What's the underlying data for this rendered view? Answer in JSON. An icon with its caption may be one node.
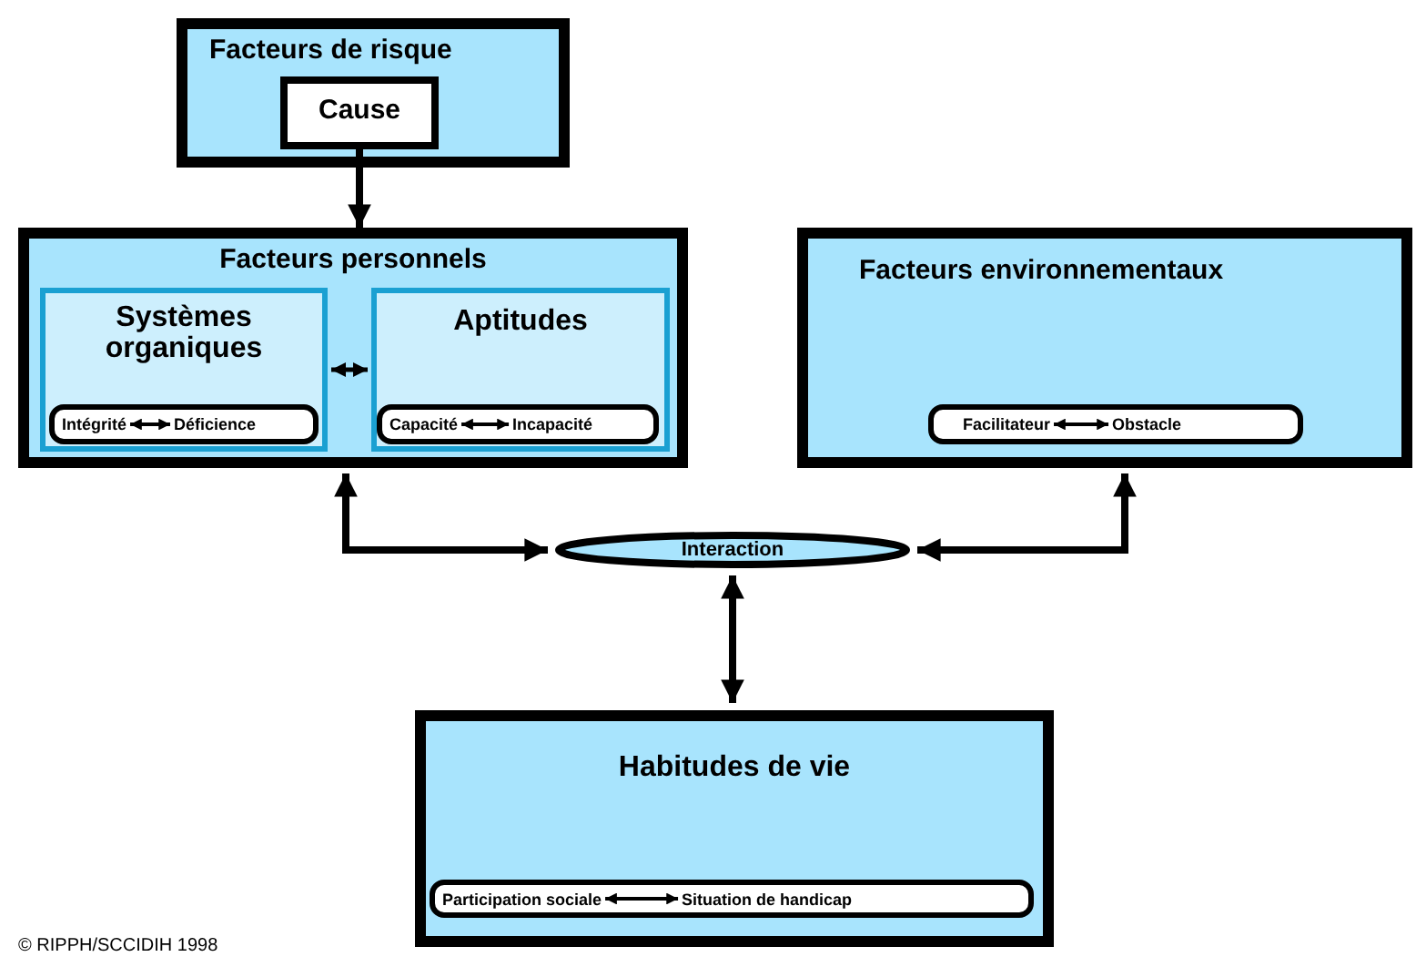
{
  "diagram": {
    "nodes": [
      {
        "text": [
          "Facteurs de risque"
        ]
      },
      {
        "text": [
          "Cause"
        ],
        "in": 0
      },
      {
        "text": [
          "Facteurs personnels"
        ]
      },
      {
        "text": [
          "Systèmes organiques"
        ],
        "in": 2
      },
      {
        "text": [],
        "shape": "box",
        "in": 3
      },
      {
        "text": [
          "Intégrité"
        ],
        "in": 4
      },
      {
        "text": [
          "Déficience"
        ],
        "in": 4
      },
      {
        "text": [
          "Aptitudes"
        ],
        "in": 2
      },
      {
        "text": [],
        "shape": "box",
        "in": 7
      },
      {
        "text": [
          "Capacité"
        ],
        "in": 8
      },
      {
        "text": [
          "Incapacité"
        ],
        "in": 8
      },
      {
        "text": [
          "Facteurs environnementaux"
        ]
      },
      {
        "text": [],
        "shape": "box",
        "in": 11
      },
      {
        "text": [
          "Facilitateur"
        ],
        "in": 12
      },
      {
        "text": [
          "Obstacle"
        ],
        "in": 12
      },
      {
        "text": [
          "Interaction"
        ]
      },
      {
        "text": [
          "Habitudes de vie"
        ]
      },
      {
        "text": [],
        "shape": "box",
        "in": 16
      },
      {
        "text": [
          "Participation sociale"
        ],
        "in": 17
      },
      {
        "text": [
          "Situation de handicap"
        ],
        "in": 17
      }
    ],
    "edges": [
      {
        "from": 1,
        "to": 2,
        "arrow": "to"
      },
      {
        "from": 3,
        "to": 7,
        "arrow": "both"
      },
      {
        "from": 5,
        "to": 6,
        "arrow": "both"
      },
      {
        "from": 9,
        "to": 10,
        "arrow": "both"
      },
      {
        "from": 13,
        "to": 14,
        "arrow": "both"
      },
      {
        "from": 18,
        "to": 19,
        "arrow": "both"
      },
      {
        "from": 2,
        "to": 15,
        "arrow": "both"
      },
      {
        "from": 11,
        "to": 15,
        "arrow": "both"
      },
      {
        "from": 15,
        "to": 16,
        "arrow": "both"
      }
    ],
    "labels": [
      "© RIPPH/SCCIDIH 1998"
    ]
  }
}
